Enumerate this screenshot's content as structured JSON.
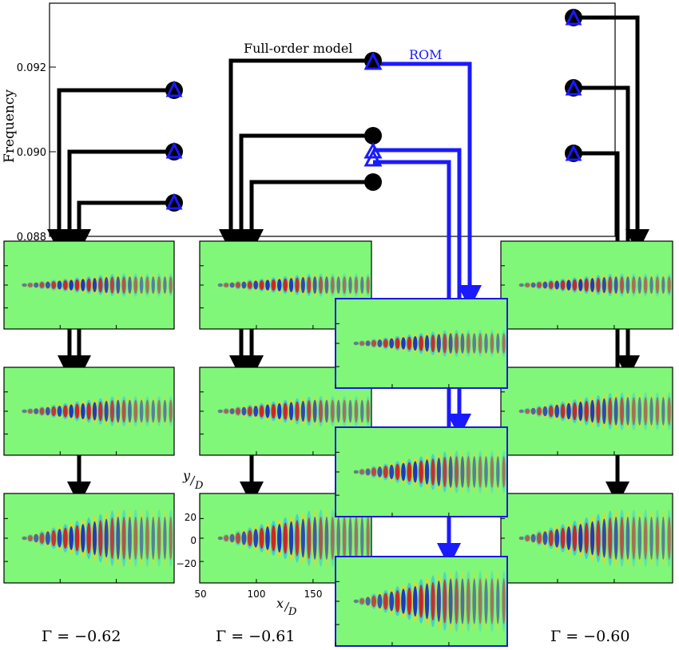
{
  "top_plot": {
    "ylabel": "Frequency",
    "yticks": [
      "0.092",
      "0.090",
      "0.088"
    ]
  },
  "labels": {
    "full_order": "Full-order model",
    "rom": "ROM"
  },
  "axes": {
    "ylabel_main": "y",
    "ylabel_sub": "D",
    "xlabel_main": "x",
    "xlabel_sub": "D",
    "yticks": [
      "20",
      "0",
      "−20"
    ],
    "xticks": [
      "50",
      "100",
      "150"
    ]
  },
  "gammas": [
    "Γ = −0.62",
    "Γ = −0.61",
    "Γ = −0.60"
  ],
  "colors": {
    "full_order": "#000000",
    "rom": "#1a1aff",
    "field_bg": "#80f779",
    "rom_frame": "#1a1ad6"
  }
}
